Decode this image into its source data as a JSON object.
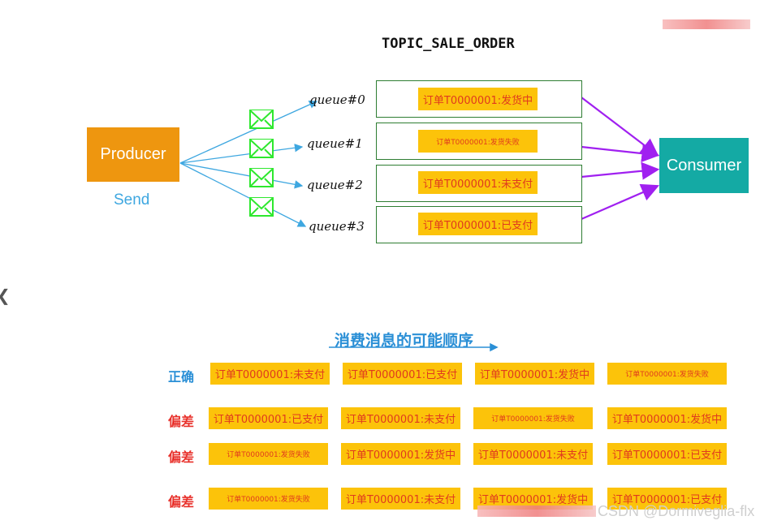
{
  "topic_title": "TOPIC_SALE_ORDER",
  "producer": {
    "label": "Producer",
    "action": "Send"
  },
  "consumer": {
    "label": "Consumer"
  },
  "queues": [
    {
      "name": "queue#0",
      "message": "订单T0000001:发货中"
    },
    {
      "name": "queue#1",
      "message": "订单T0000001:发货失败"
    },
    {
      "name": "queue#2",
      "message": "订单T0000001:未支付"
    },
    {
      "name": "queue#3",
      "message": "订单T0000001:已支付"
    }
  ],
  "order_title": "消费消息的可能顺序",
  "rows": [
    {
      "label": "正确",
      "status": "correct",
      "cells": [
        "订单T0000001:未支付",
        "订单T0000001:已支付",
        "订单T0000001:发货中",
        "订单T0000001:发货失败"
      ]
    },
    {
      "label": "偏差",
      "status": "wrong",
      "cells": [
        "订单T0000001:已支付",
        "订单T0000001:未支付",
        "订单T0000001:发货失败",
        "订单T0000001:发货中"
      ]
    },
    {
      "label": "偏差",
      "status": "wrong",
      "cells": [
        "订单T0000001:发货失败",
        "订单T0000001:发货中",
        "订单T0000001:未支付",
        "订单T0000001:已支付"
      ]
    },
    {
      "label": "偏差",
      "status": "wrong",
      "cells": [
        "订单T0000001:发货失败",
        "订单T0000001:未支付",
        "订单T0000001:发货中",
        "订单T0000001:已支付"
      ]
    }
  ],
  "watermark": "CSDN @Dormiveglia-flx",
  "colors": {
    "producer": "#ee960f",
    "consumer": "#14aaa4",
    "message_bg": "#fcc30a",
    "message_text": "#e03a1e",
    "send_line": "#3ea7e0",
    "consume_line": "#a020f0",
    "envelope": "#2ee82e",
    "correct": "#2a8fd6",
    "wrong": "#e8302a"
  },
  "icons": {
    "envelope": "envelope-icon",
    "back": "chevron-left-icon"
  }
}
